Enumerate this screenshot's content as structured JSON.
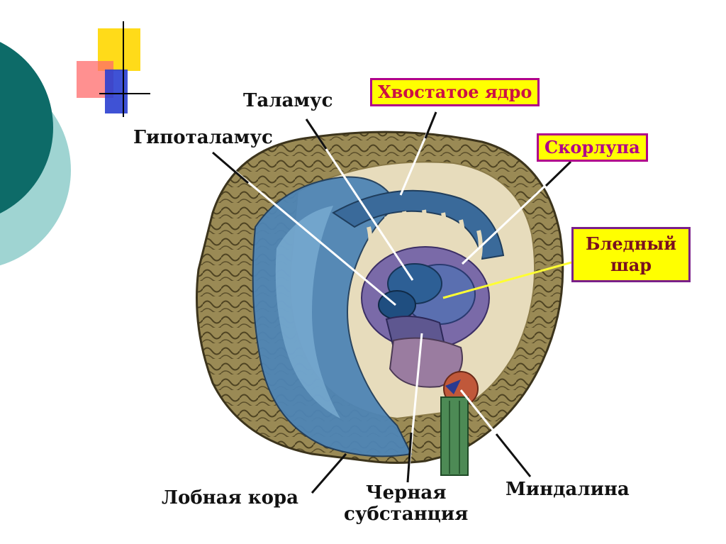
{
  "labels": {
    "thalamus": "Таламус",
    "hypothalamus": "Гипоталамус",
    "caudate": "Хвостатое ядро",
    "putamen": "Скорлупа",
    "globus_line1": "Бледный",
    "globus_line2": "шар",
    "frontal": "Лобная кора",
    "substantia_line1": "Черная",
    "substantia_line2": "субстанция",
    "amygdala": "Миндалина"
  },
  "colors": {
    "teal_dark": "#0d6b68",
    "teal_light": "#9fd4d2",
    "cortex": "#8a7a48",
    "cortex_inner": "#e7dcbc",
    "ventricle": "#3f6f9e",
    "putamen": "#6b5b9a",
    "amygdala": "#c0583a",
    "brainstem": "#4d8a55",
    "highlight_box": "#ffff00"
  }
}
